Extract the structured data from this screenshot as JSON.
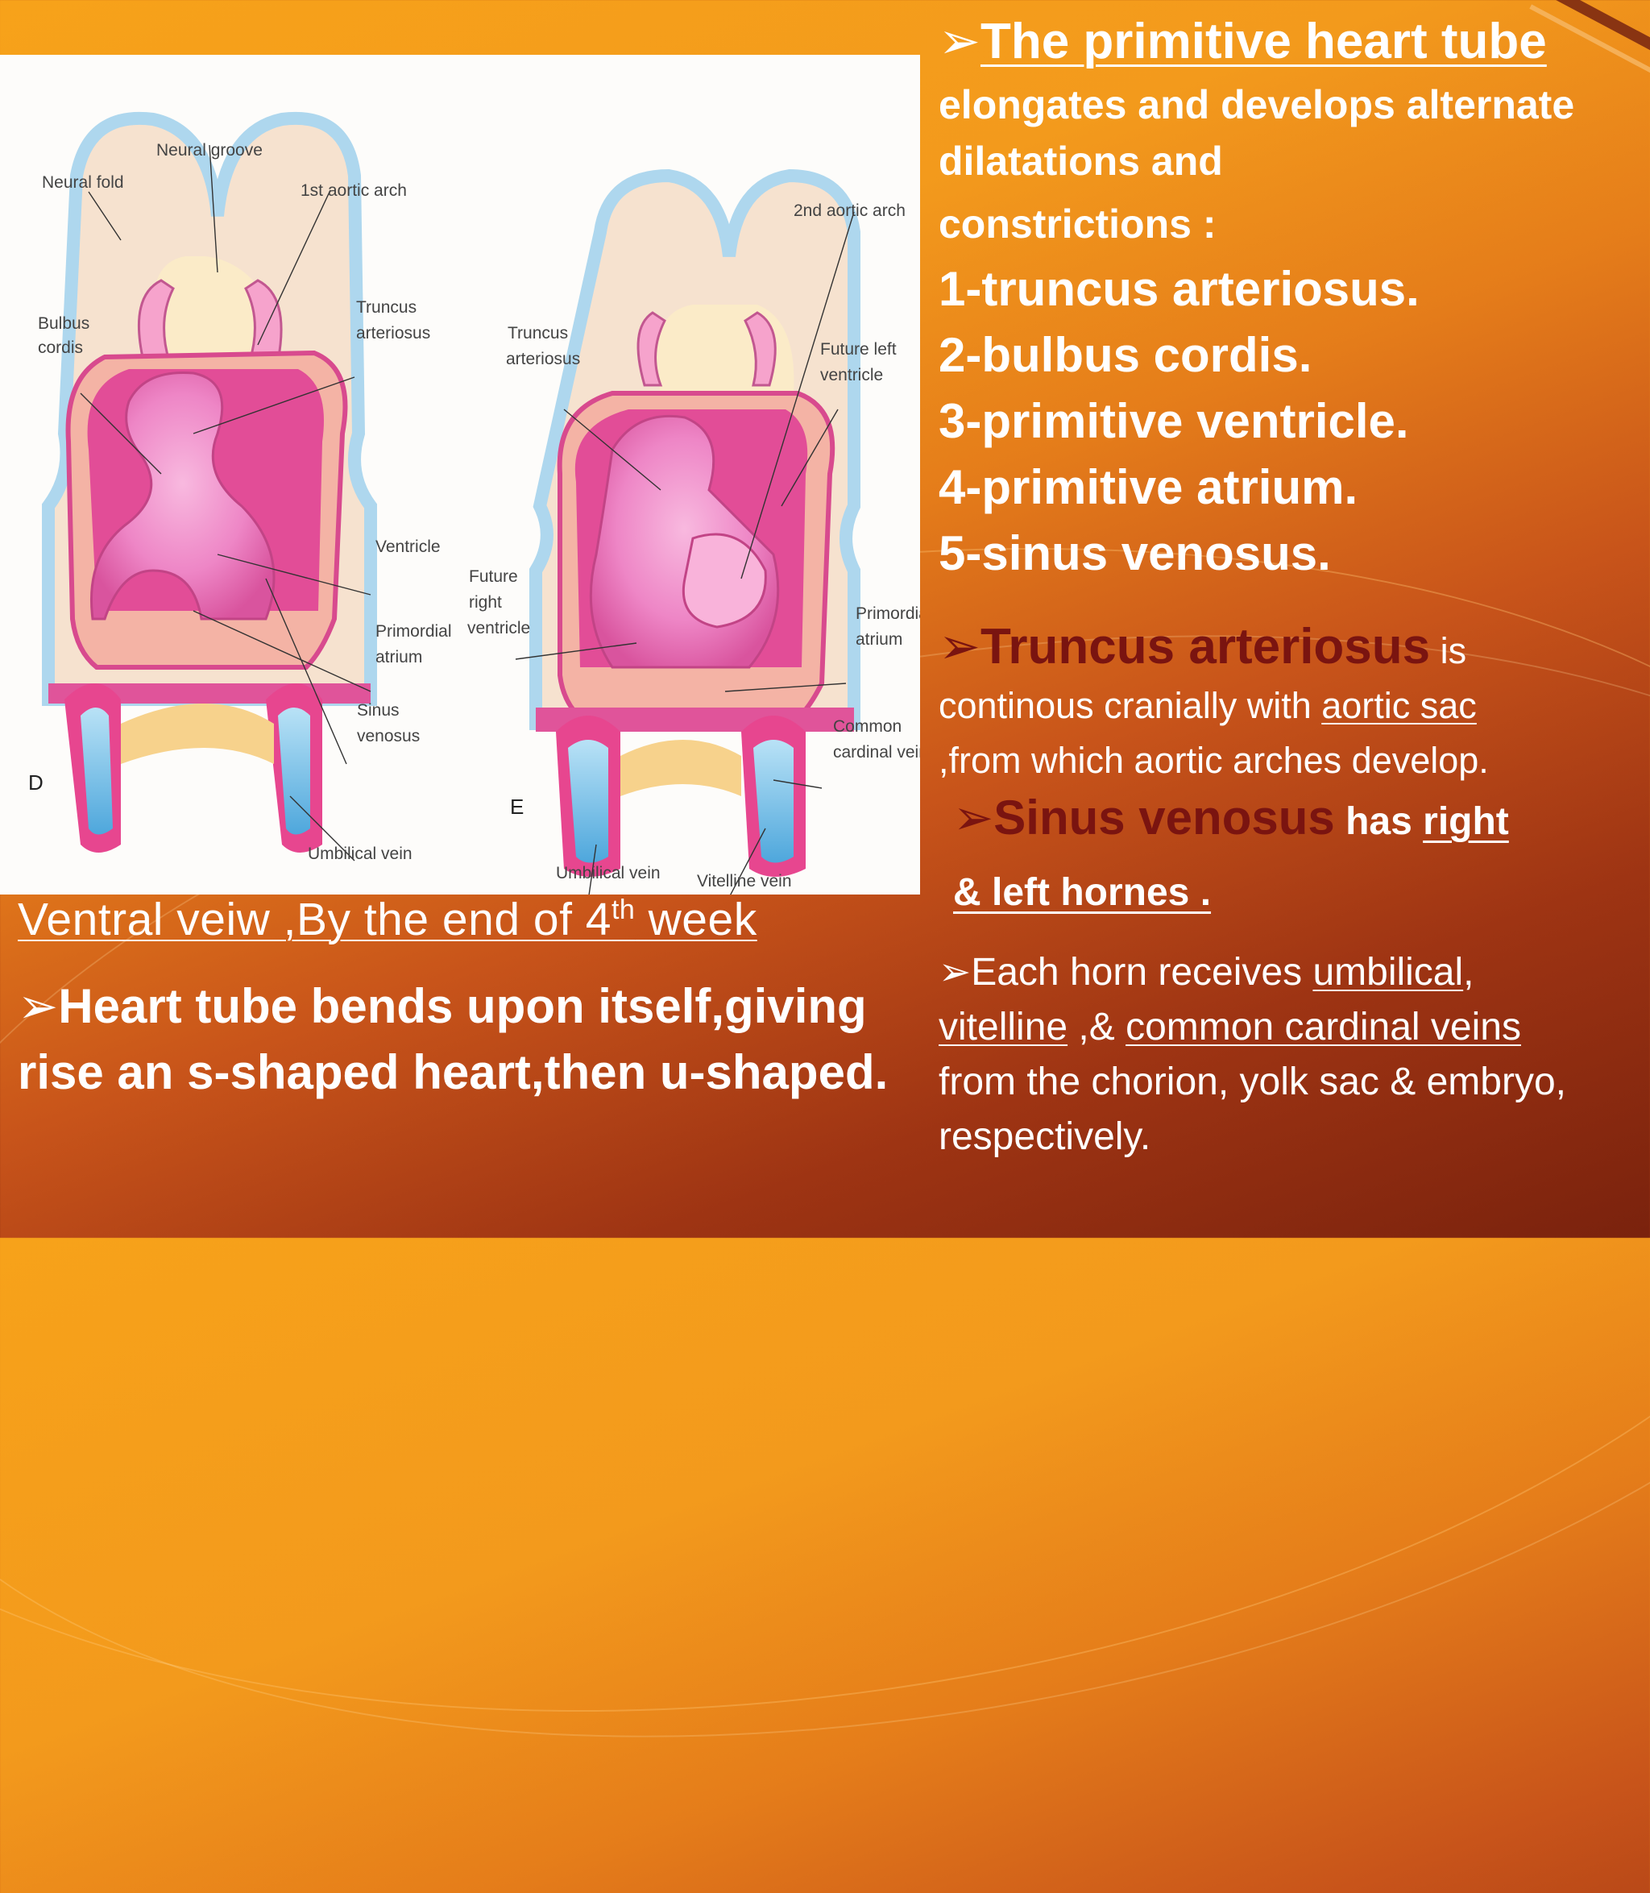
{
  "slide": {
    "caption_main": "Ventral veiw ,By the end of 4",
    "caption_sup": "th",
    "caption_end": " week",
    "bend_text": "Heart tube bends upon itself,giving rise an s-shaped heart,then u-shaped.",
    "arrow_symbol": "➢"
  },
  "figure": {
    "labels": {
      "neural_groove": "Neural groove",
      "neural_fold": "Neural fold",
      "first_aortic_arch": "1st aortic arch",
      "second_aortic_arch": "2nd aortic arch",
      "bulbus": "Bulbus",
      "cordis": "cordis",
      "truncus_d": "Truncus",
      "arteriosus_d": "arteriosus",
      "truncus_e": "Truncus",
      "arteriosus_e": "arteriosus",
      "future_left": "Future left",
      "ventricle_e": "ventricle",
      "ventricle_d": "Ventricle",
      "future_right_1": "Future",
      "future_right_2": "right",
      "future_right_3": "ventricle",
      "primordial_d_1": "Primordial",
      "primordial_d_2": "atrium",
      "primordial_e_1": "Primordial",
      "primordial_e_2": "atrium",
      "sinus_1": "Sinus",
      "sinus_2": "venosus",
      "common_1": "Common",
      "common_2": "cardinal vein",
      "umbilical_d": "Umbilical vein",
      "umbilical_e": "Umbilical vein",
      "vitelline": "Vitelline vein",
      "letter_d": "D",
      "letter_e": "E"
    }
  },
  "right": {
    "title": "The primitive  heart tube",
    "intro": "elongates and develops alternate dilatations and",
    "intro_last": "constrictions :",
    "list": [
      "1-truncus arteriosus.",
      "2-bulbus cordis.",
      "3-primitive ventricle.",
      "4-primitive atrium.",
      "5-sinus venosus."
    ],
    "truncus_term": "Truncus arteriosus",
    "truncus_is": " is",
    "truncus_text1": "continous cranially with ",
    "truncus_link": "aortic sac",
    "truncus_text2": ",from which aortic arches develop.",
    "sinus_term": "Sinus venosus",
    "sinus_has": " has  ",
    "sinus_right": "right",
    "sinus_rest": "& left hornes .",
    "horn_text1": "Each horn receives ",
    "horn_umbilical": "umbilical",
    "horn_comma": ",",
    "horn_vitelline": "vitelline",
    "horn_and": " ,& ",
    "horn_common": "common cardinal veins",
    "horn_text2": "from the chorion,  yolk sac  & embryo, respectively."
  }
}
